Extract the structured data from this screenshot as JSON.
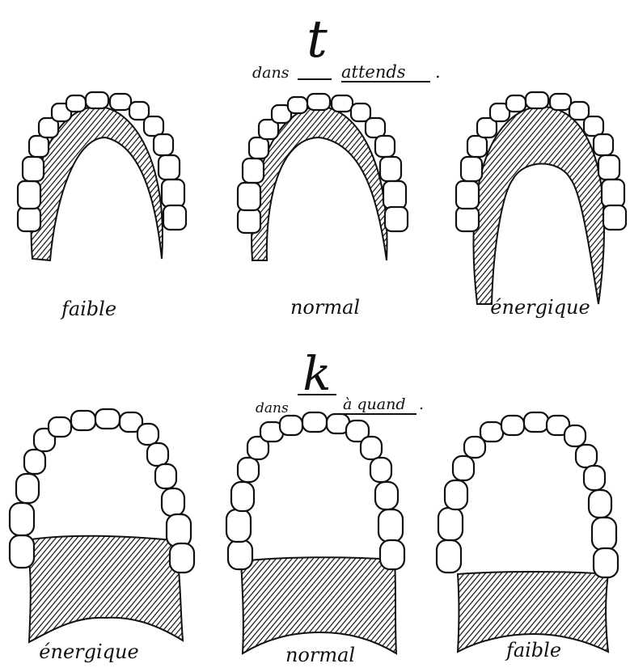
{
  "section_t": {
    "letter": "t",
    "prefix": "dans",
    "word": "attends",
    "punct": ".",
    "captions": [
      "faible",
      "normal",
      "énergique"
    ],
    "contact_levels": [
      "faible",
      "normal",
      "énergique"
    ]
  },
  "section_k": {
    "letter": "k",
    "prefix": "dans",
    "word": "à quand",
    "punct": ".",
    "captions": [
      "énergique",
      "normal",
      "faible"
    ],
    "contact_levels": [
      "énergique",
      "normal",
      "faible"
    ]
  },
  "colors": {
    "ink": "#111111",
    "paper": "#ffffff"
  }
}
